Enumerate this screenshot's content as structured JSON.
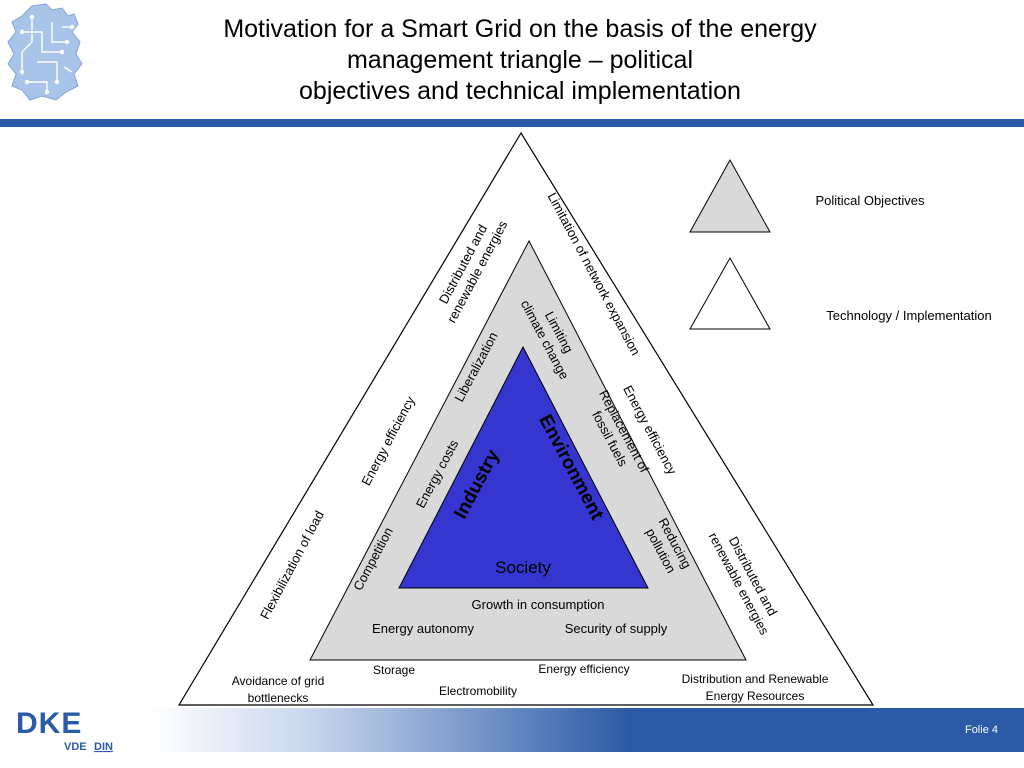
{
  "title_lines": [
    "Motivation for a Smart Grid on the basis of the energy",
    "management triangle – political",
    "objectives and technical implementation"
  ],
  "legend": {
    "political": "Political Objectives",
    "technology": "Technology / Implementation"
  },
  "inner": {
    "industry": "Industry",
    "environment": "Environment",
    "society": "Society"
  },
  "political_labels": {
    "liberalization": "Liberalization",
    "energy_costs": "Energy costs",
    "competition": "Competition",
    "limiting_1": "Limiting",
    "limiting_2": "climate change",
    "replacement_1": "Replacement of",
    "replacement_2": "fossil fuels",
    "reducing_1": "Reducing",
    "reducing_2": "pollution",
    "growth": "Growth in consumption",
    "autonomy": "Energy autonomy",
    "security": "Security of supply"
  },
  "tech_labels": {
    "distributed_left_1": "Distributed and",
    "distributed_left_2": "renewable energies",
    "limitation": "Limitation of network expansion",
    "efficiency_left": "Energy efficiency",
    "efficiency_right": "Energy efficiency",
    "flexibilization": "Flexibilization of load",
    "distributed_right_1": "Distributed and",
    "distributed_right_2": "renewable energies",
    "storage": "Storage",
    "efficiency_bottom": "Energy efficiency",
    "electromobility": "Electromobility",
    "avoidance_1": "Avoidance of grid",
    "avoidance_2": "bottlenecks",
    "distribution_1": "Distribution and Renewable",
    "distribution_2": "Energy Resources"
  },
  "footer": {
    "folie": "Folie 4",
    "logo_main": "DKE",
    "logo_sub1": "VDE",
    "logo_sub2": "DIN"
  },
  "colors": {
    "brand_blue": "#2b5aa6",
    "inner_triangle": "#3535d0",
    "political_fill": "#d9d9d9"
  }
}
